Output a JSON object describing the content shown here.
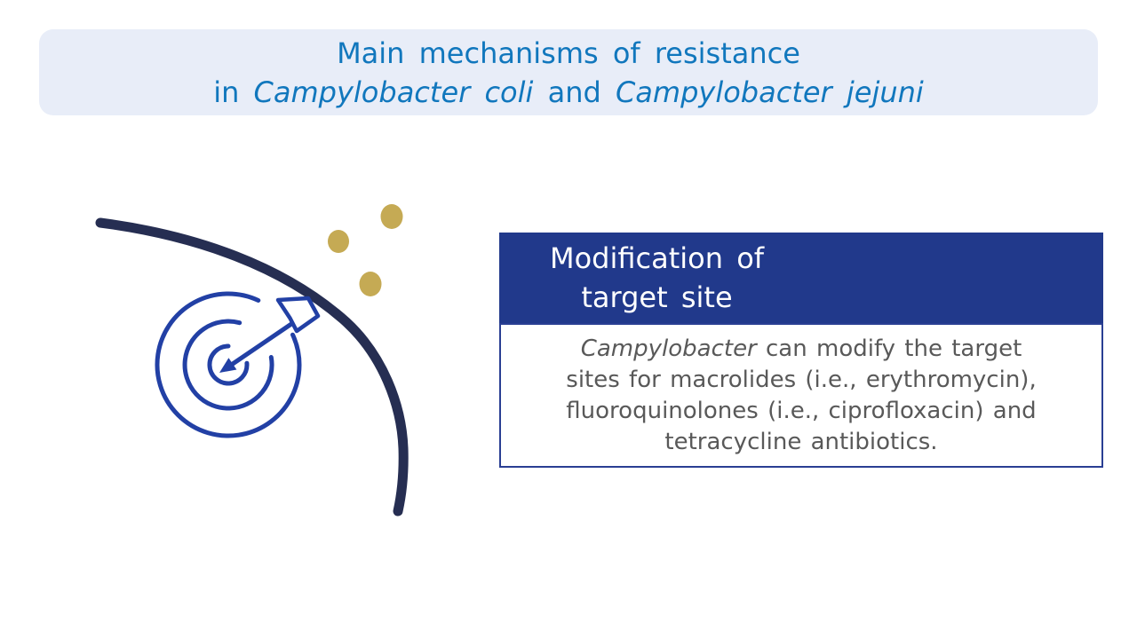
{
  "colors": {
    "page-bg": "#ffffff",
    "banner-bg": "#e8edf8",
    "title-blue": "#1177bd",
    "header-navy": "#21398b",
    "header-text": "#ffffff",
    "body-border": "#2a3f93",
    "body-gray": "#595959",
    "arc-navy": "#262e52",
    "bullseye-blue": "#2240a5",
    "gold": "#c5aa54"
  },
  "banner": {
    "title_line1": "Main mechanisms of resistance",
    "title_line2": {
      "prefix": "in ",
      "species1": "Campylobacter coli",
      "middle": " and ",
      "species2": "Campylobacter jejuni"
    }
  },
  "illustration": {
    "icons": {
      "arc": "curved-arc",
      "target": "target-bullseye-icon",
      "dart": "dart-arrow-icon",
      "dots": "gold-dots"
    }
  },
  "card": {
    "header": {
      "line1": "Modification of",
      "line2": "target site"
    },
    "body": {
      "line1_italic": "Campylobacter",
      "line1_rest": " can modify the target",
      "line2": "sites for macrolides (i.e., erythromycin),",
      "line3": "fluoroquinolones (i.e., ciprofloxacin) and",
      "line4": "tetracycline antibiotics."
    }
  }
}
